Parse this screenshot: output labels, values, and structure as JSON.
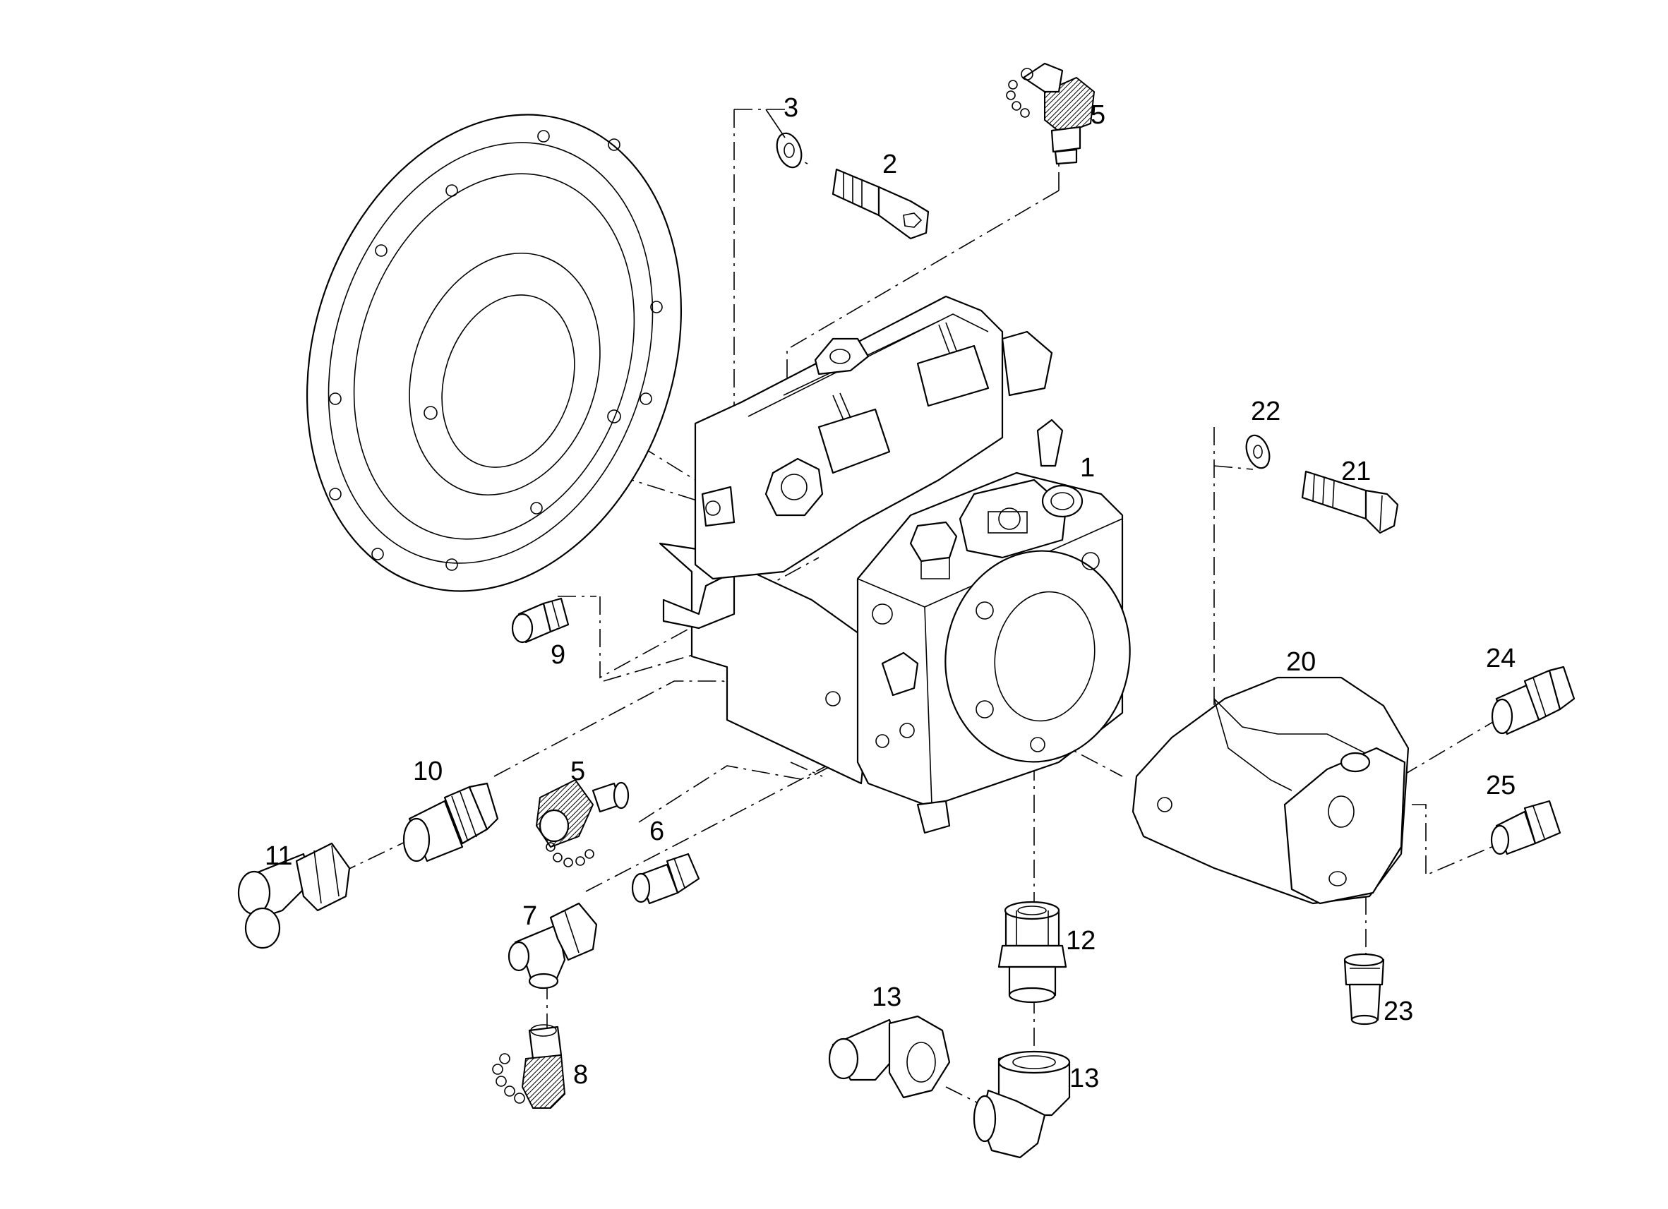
{
  "colors": {
    "line": "#000000",
    "background": "#ffffff"
  },
  "callouts": [
    {
      "id": "c3",
      "text": "3"
    },
    {
      "id": "c2",
      "text": "2"
    },
    {
      "id": "c5a",
      "text": "5"
    },
    {
      "id": "c1",
      "text": "1"
    },
    {
      "id": "c22",
      "text": "22"
    },
    {
      "id": "c21",
      "text": "21"
    },
    {
      "id": "c9",
      "text": "9"
    },
    {
      "id": "c20",
      "text": "20"
    },
    {
      "id": "c24",
      "text": "24"
    },
    {
      "id": "c10",
      "text": "10"
    },
    {
      "id": "c5b",
      "text": "5"
    },
    {
      "id": "c25",
      "text": "25"
    },
    {
      "id": "c6",
      "text": "6"
    },
    {
      "id": "c11",
      "text": "11"
    },
    {
      "id": "c7",
      "text": "7"
    },
    {
      "id": "c12",
      "text": "12"
    },
    {
      "id": "c13a",
      "text": "13"
    },
    {
      "id": "c23",
      "text": "23"
    },
    {
      "id": "c8",
      "text": "8"
    },
    {
      "id": "c13b",
      "text": "13"
    }
  ]
}
